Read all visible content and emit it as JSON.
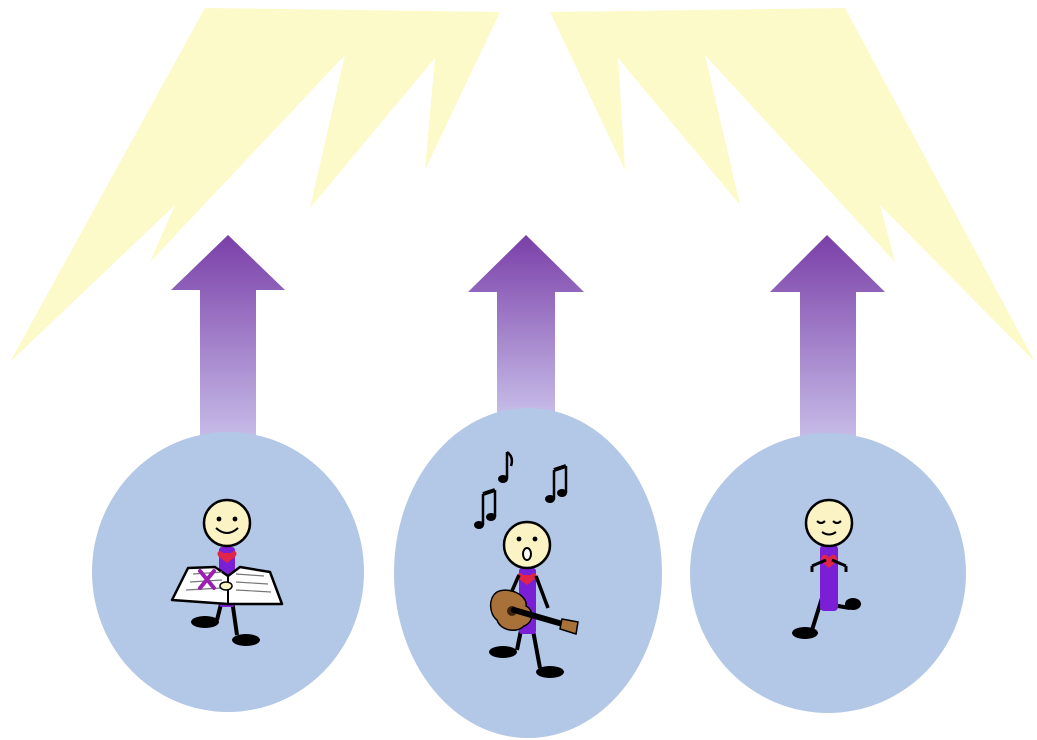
{
  "colors": {
    "background": "#ffffff",
    "light_rays": "#fbfac8",
    "bubble_fill": "#b3c7e6",
    "arrow_top": "#7a3fa8",
    "arrow_bottom": "#c9c0ea",
    "skin": "#fbf3c3",
    "body": "#7a1fd6",
    "heart": "#e0244a",
    "book_cross": "#9b1fb0",
    "guitar": "#a9713a",
    "outline": "#000000"
  },
  "panels": [
    {
      "id": "reading",
      "figure": "stick-figure-reading-bible",
      "props": [
        "open-bible-icon"
      ]
    },
    {
      "id": "singing",
      "figure": "stick-figure-singing-with-guitar",
      "props": [
        "guitar-icon",
        "music-note-icon",
        "music-note-icon",
        "music-note-icon"
      ]
    },
    {
      "id": "praying",
      "figure": "stick-figure-kneeling-praying",
      "props": [
        "praying-hands-icon"
      ]
    }
  ]
}
